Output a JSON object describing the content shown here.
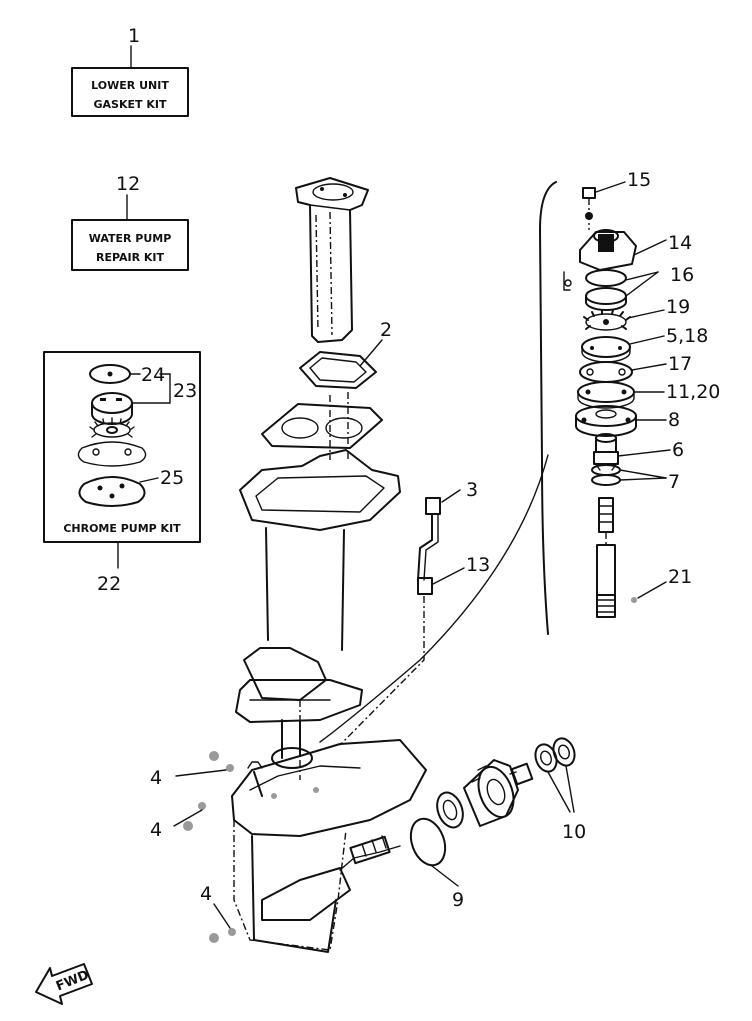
{
  "kits": {
    "lower_unit": {
      "number": "1",
      "line1": "LOWER UNIT",
      "line2": "GASKET KIT"
    },
    "water_pump": {
      "number": "12",
      "line1": "WATER PUMP",
      "line2": "REPAIR KIT"
    },
    "chrome_pump": {
      "number": "22",
      "caption": "CHROME PUMP KIT"
    }
  },
  "callouts": {
    "c2": "2",
    "c3": "3",
    "c4a": "4",
    "c4b": "4",
    "c4c": "4",
    "c6": "6",
    "c7": "7",
    "c8": "8",
    "c9": "9",
    "c10": "10",
    "c11_20": "11,20",
    "c13": "13",
    "c14": "14",
    "c15": "15",
    "c16": "16",
    "c17": "17",
    "c19": "19",
    "c5_18": "5,18",
    "c21": "21",
    "c23": "23",
    "c24": "24",
    "c25": "25"
  },
  "fwd": {
    "label": "FWD"
  }
}
